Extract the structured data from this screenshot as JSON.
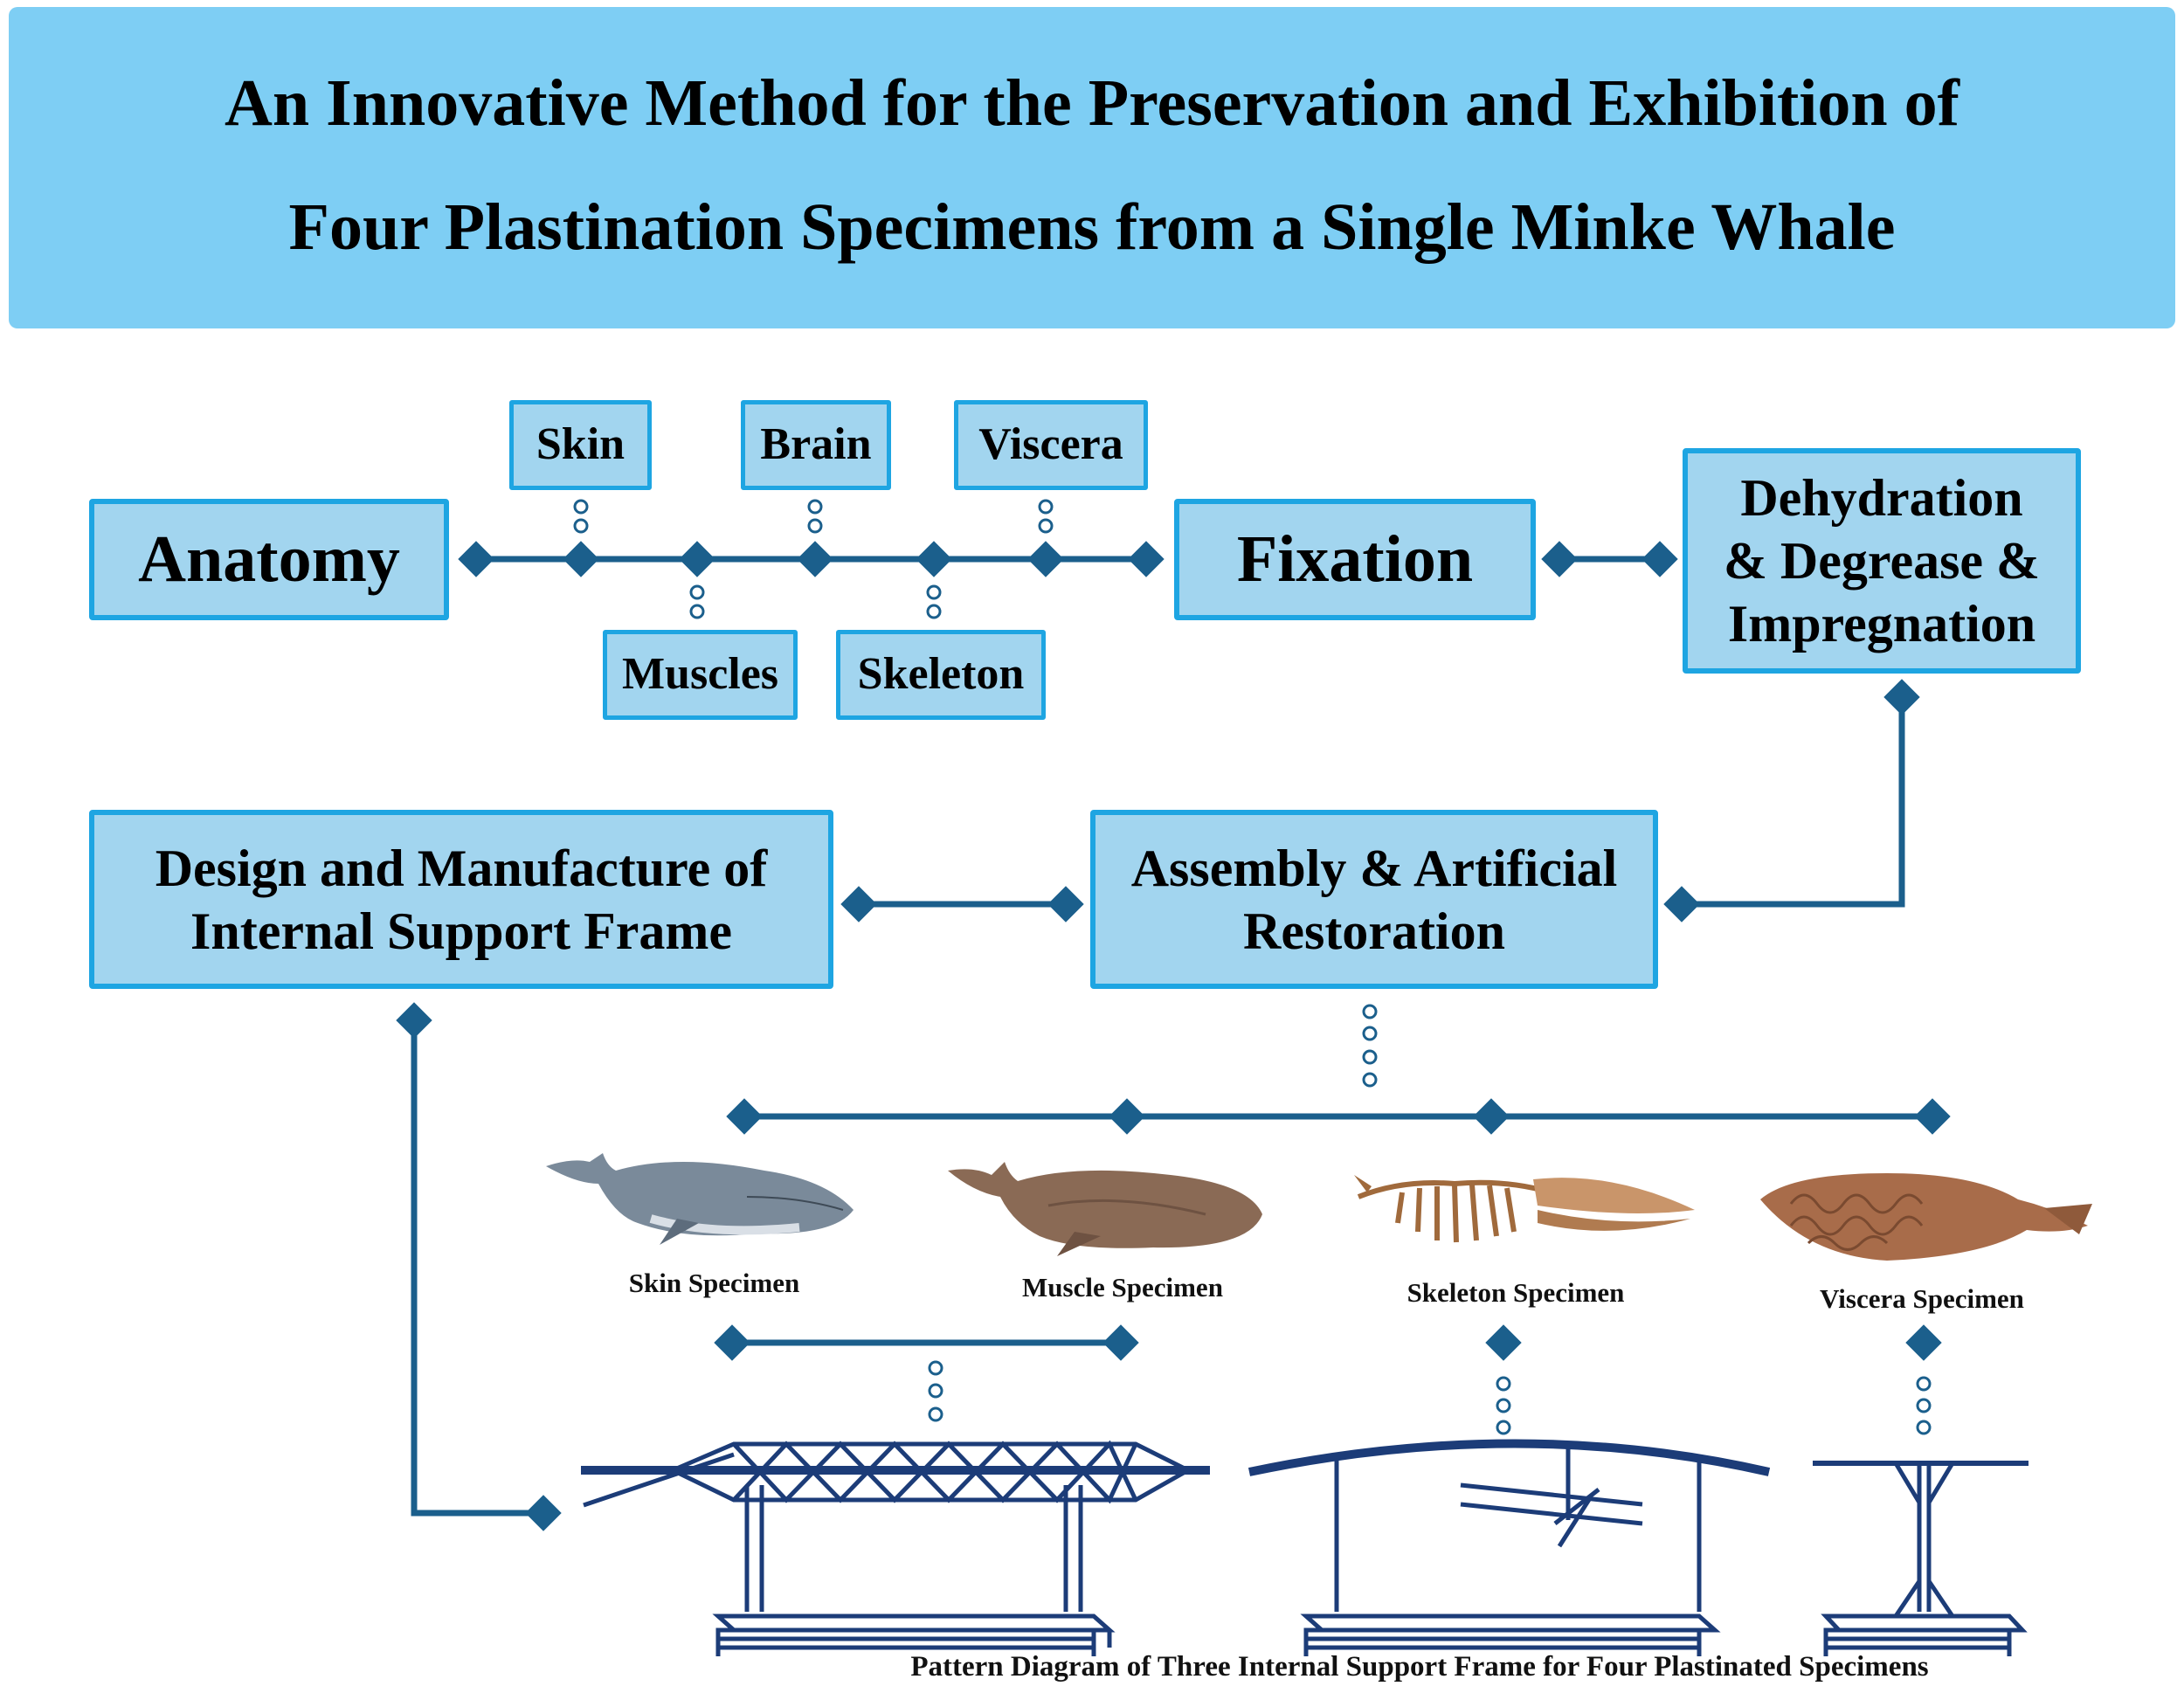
{
  "title": {
    "line1": "An Innovative Method for the Preservation and Exhibition of",
    "line2": "Four Plastination Specimens from a Single Minke Whale"
  },
  "steps": {
    "anatomy": "Anatomy",
    "fixation": "Fixation",
    "dehydration": "Dehydration & Degrease & Impregnation",
    "assembly": "Assembly & Artificial Restoration",
    "design": "Design and Manufacture of Internal Support Frame"
  },
  "tissues": {
    "skin": "Skin",
    "brain": "Brain",
    "viscera": "Viscera",
    "muscles": "Muscles",
    "skeleton": "Skeleton"
  },
  "specimens": {
    "skin": "Skin Specimen",
    "muscle": "Muscle Specimen",
    "skeleton": "Skeleton Specimen",
    "viscera": "Viscera Specimen"
  },
  "footer_caption": "Pattern Diagram of Three Internal Support Frame for Four Plastinated Specimens",
  "colors": {
    "banner": "#7ecef4",
    "box_fill": "#a2d5ef",
    "box_border": "#1ea5e2",
    "connector": "#1b5f8c",
    "frame": "#1c3c78"
  }
}
